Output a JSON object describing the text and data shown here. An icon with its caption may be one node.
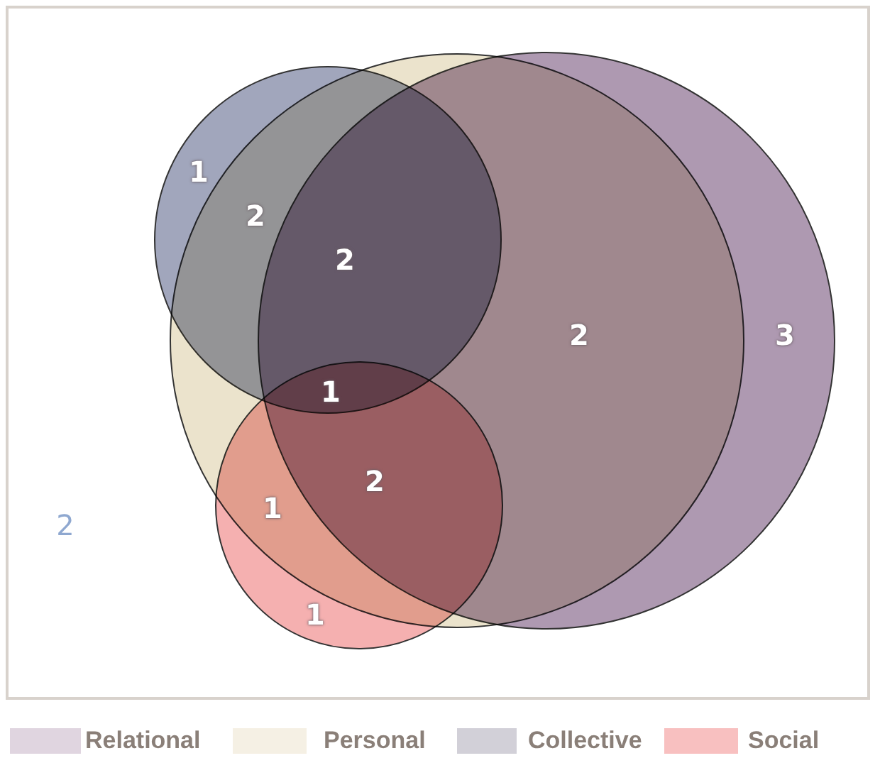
{
  "diagram": {
    "labels": [
      "1",
      "2",
      "2",
      "2",
      "3",
      "1",
      "2",
      "1",
      "2",
      "1"
    ],
    "legend": [
      {
        "text": "Relational",
        "color": "#e0d5e0"
      },
      {
        "text": "Personal",
        "color": "#f5f0e4"
      },
      {
        "text": "Collective",
        "color": "#d2d0d8"
      },
      {
        "text": "Social",
        "color": "#f8c0c0"
      }
    ]
  }
}
